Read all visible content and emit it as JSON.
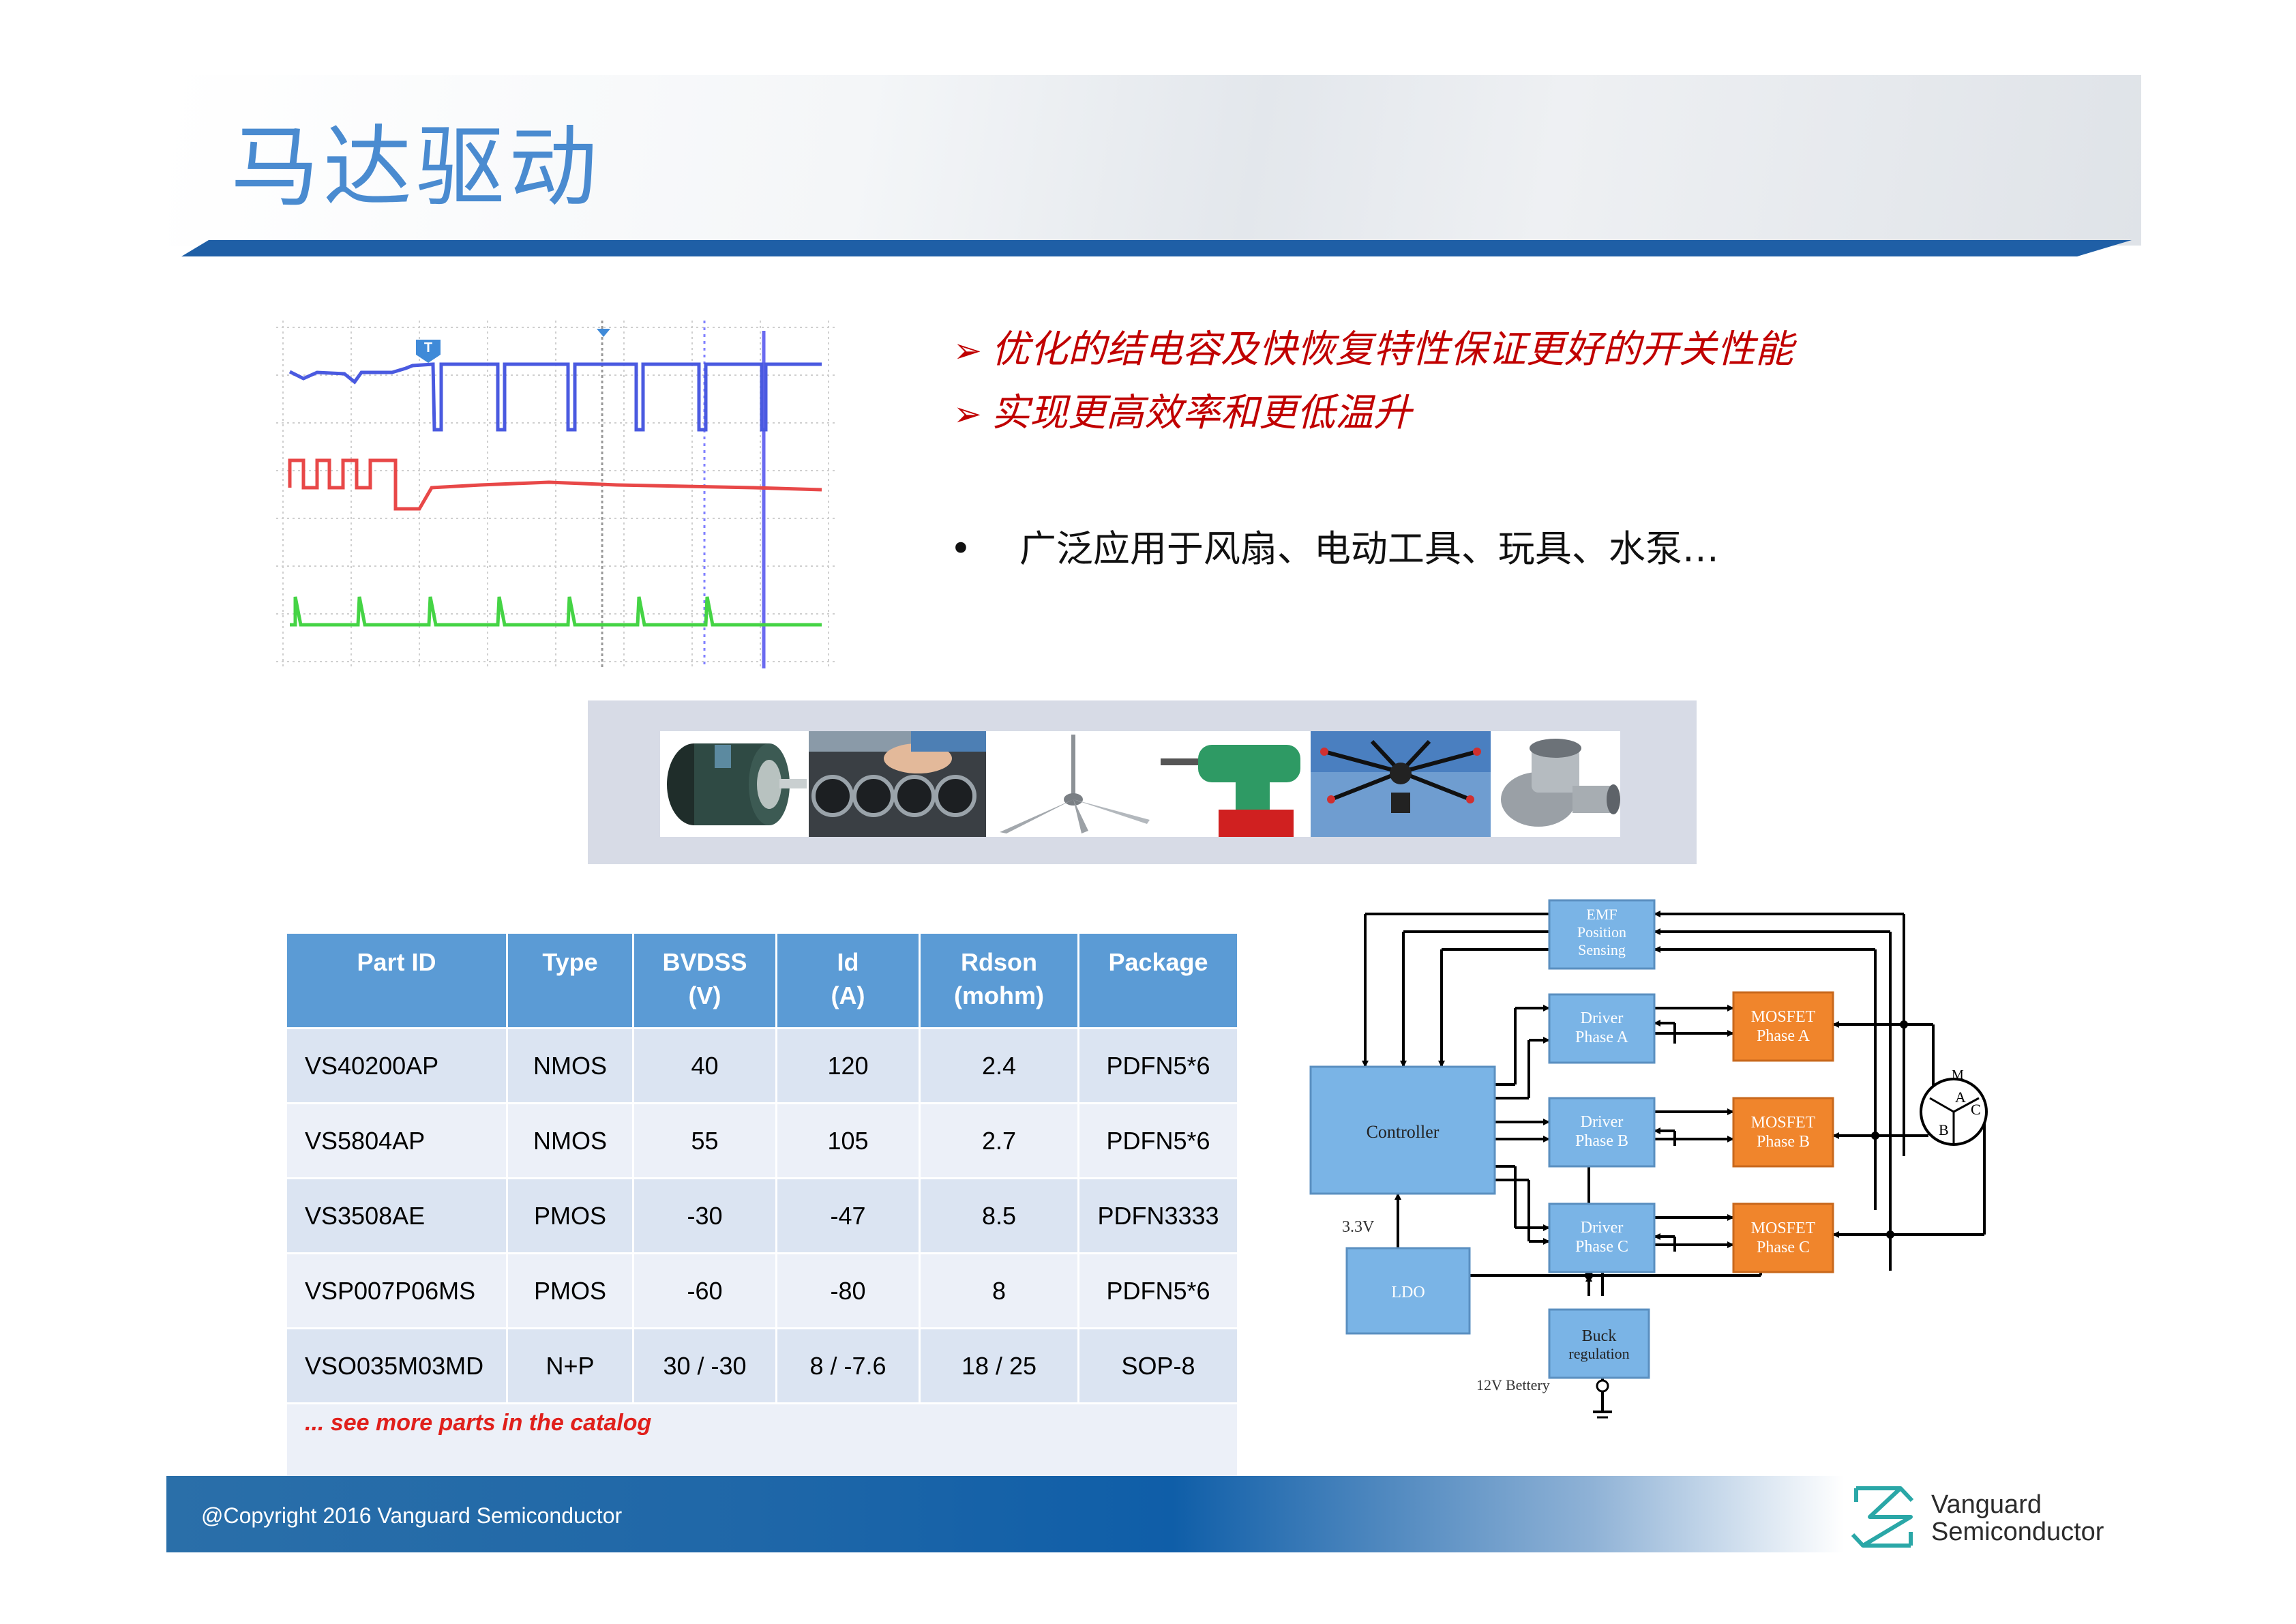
{
  "header": {
    "title": "马达驱动"
  },
  "bullets": {
    "red": [
      "优化的结电容及快恢复特性保证更好的开关性能",
      "实现更高效率和更低温升"
    ],
    "arrow_glyph": "➢",
    "plain": "广泛应用于风扇、电动工具、玩具、水泵…",
    "plain_glyph": "•"
  },
  "scope": {
    "marker_left": "T"
  },
  "applications": [
    "motor",
    "server-fans",
    "ceiling-fan",
    "power-drill",
    "drone",
    "water-pump"
  ],
  "table": {
    "headers": [
      {
        "l1": "Part ID",
        "l2": ""
      },
      {
        "l1": "Type",
        "l2": ""
      },
      {
        "l1": "BVDSS",
        "l2": "(V)"
      },
      {
        "l1": "Id",
        "l2": "(A)"
      },
      {
        "l1": "Rdson",
        "l2": "(mohm)"
      },
      {
        "l1": "Package",
        "l2": ""
      }
    ],
    "rows": [
      [
        "VS40200AP",
        "NMOS",
        "40",
        "120",
        "2.4",
        "PDFN5*6"
      ],
      [
        "VS5804AP",
        "NMOS",
        "55",
        "105",
        "2.7",
        "PDFN5*6"
      ],
      [
        "VS3508AE",
        "PMOS",
        "-30",
        "-47",
        "8.5",
        "PDFN3333"
      ],
      [
        "VSP007P06MS",
        "PMOS",
        "-60",
        "-80",
        "8",
        "PDFN5*6"
      ],
      [
        "VSO035M03MD",
        "N+P",
        "30 / -30",
        "8 / -7.6",
        "18 / 25",
        "SOP-8"
      ]
    ],
    "note": "... see more parts in the catalog"
  },
  "diagram": {
    "emf_l1": "EMF",
    "emf_l2": "Position",
    "emf_l3": "Sensing",
    "controller": "Controller",
    "driver_l1": "Driver",
    "phase_a": "Phase A",
    "phase_b": "Phase B",
    "phase_c": "Phase C",
    "mosfet": "MOSFET",
    "ldo": "LDO",
    "buck_l1": "Buck",
    "buck_l2": "regulation",
    "v33": "3.3V",
    "battery": "12V Bettery",
    "motor_m": "M",
    "motor_a": "A",
    "motor_b": "B",
    "motor_c": "C"
  },
  "footer": {
    "copyright": "@Copyright 2016 Vanguard Semiconductor",
    "logo_line1": "Vanguard",
    "logo_line2": "Semiconductor"
  },
  "colors": {
    "title": "#4a8bd0",
    "bar": "#1f5fa6",
    "red_text": "#c00000",
    "table_header": "#5b9bd5",
    "diagram_blue": "#7ab4e6",
    "diagram_orange": "#f0852c"
  }
}
